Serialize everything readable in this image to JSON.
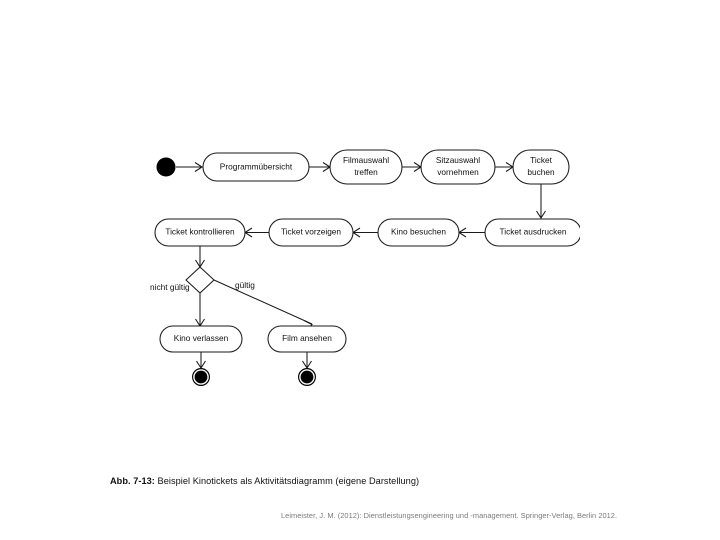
{
  "slide": {
    "background_color": "#ffffff",
    "caption": {
      "prefix": "Abb. 7-13:",
      "text": " Beispiel Kinotickets als Aktivitätsdiagramm (eigene Darstellung)"
    },
    "source": "Leimeister, J. M. (2012): Dienstleistungsengineering und -management. Springer-Verlag, Berlin 2012."
  },
  "diagram": {
    "type": "uml-activity-diagram",
    "stroke_color": "#1a1a1a",
    "fill_color": "#ffffff",
    "nodes": [
      {
        "id": "start",
        "kind": "initial",
        "label": ""
      },
      {
        "id": "a1",
        "kind": "action",
        "label": "Programmübersicht"
      },
      {
        "id": "a2",
        "kind": "action",
        "label_line1": "Filmauswahl",
        "label_line2": "treffen"
      },
      {
        "id": "a3",
        "kind": "action",
        "label_line1": "Sitzauswahl",
        "label_line2": "vornehmen"
      },
      {
        "id": "a4",
        "kind": "action",
        "label_line1": "Ticket",
        "label_line2": "buchen"
      },
      {
        "id": "a5",
        "kind": "action",
        "label": "Ticket ausdrucken"
      },
      {
        "id": "a6",
        "kind": "action",
        "label": "Kino besuchen"
      },
      {
        "id": "a7",
        "kind": "action",
        "label": "Ticket vorzeigen"
      },
      {
        "id": "a8",
        "kind": "action",
        "label": "Ticket kontrollieren"
      },
      {
        "id": "d1",
        "kind": "decision",
        "label": ""
      },
      {
        "id": "a9",
        "kind": "action",
        "label": "Kino verlassen"
      },
      {
        "id": "a10",
        "kind": "action",
        "label": "Film ansehen"
      },
      {
        "id": "end1",
        "kind": "final",
        "label": ""
      },
      {
        "id": "end2",
        "kind": "final",
        "label": ""
      }
    ],
    "edges": [
      {
        "from": "start",
        "to": "a1",
        "guard": ""
      },
      {
        "from": "a1",
        "to": "a2",
        "guard": ""
      },
      {
        "from": "a2",
        "to": "a3",
        "guard": ""
      },
      {
        "from": "a3",
        "to": "a4",
        "guard": ""
      },
      {
        "from": "a4",
        "to": "a5",
        "guard": ""
      },
      {
        "from": "a5",
        "to": "a6",
        "guard": ""
      },
      {
        "from": "a6",
        "to": "a7",
        "guard": ""
      },
      {
        "from": "a7",
        "to": "a8",
        "guard": ""
      },
      {
        "from": "a8",
        "to": "d1",
        "guard": ""
      },
      {
        "from": "d1",
        "to": "a9",
        "guard": "nicht gültig"
      },
      {
        "from": "d1",
        "to": "a10",
        "guard": "gültig"
      },
      {
        "from": "a9",
        "to": "end1",
        "guard": ""
      },
      {
        "from": "a10",
        "to": "end2",
        "guard": ""
      }
    ],
    "guards": {
      "invalid": "nicht gültig",
      "valid": "gültig"
    }
  }
}
